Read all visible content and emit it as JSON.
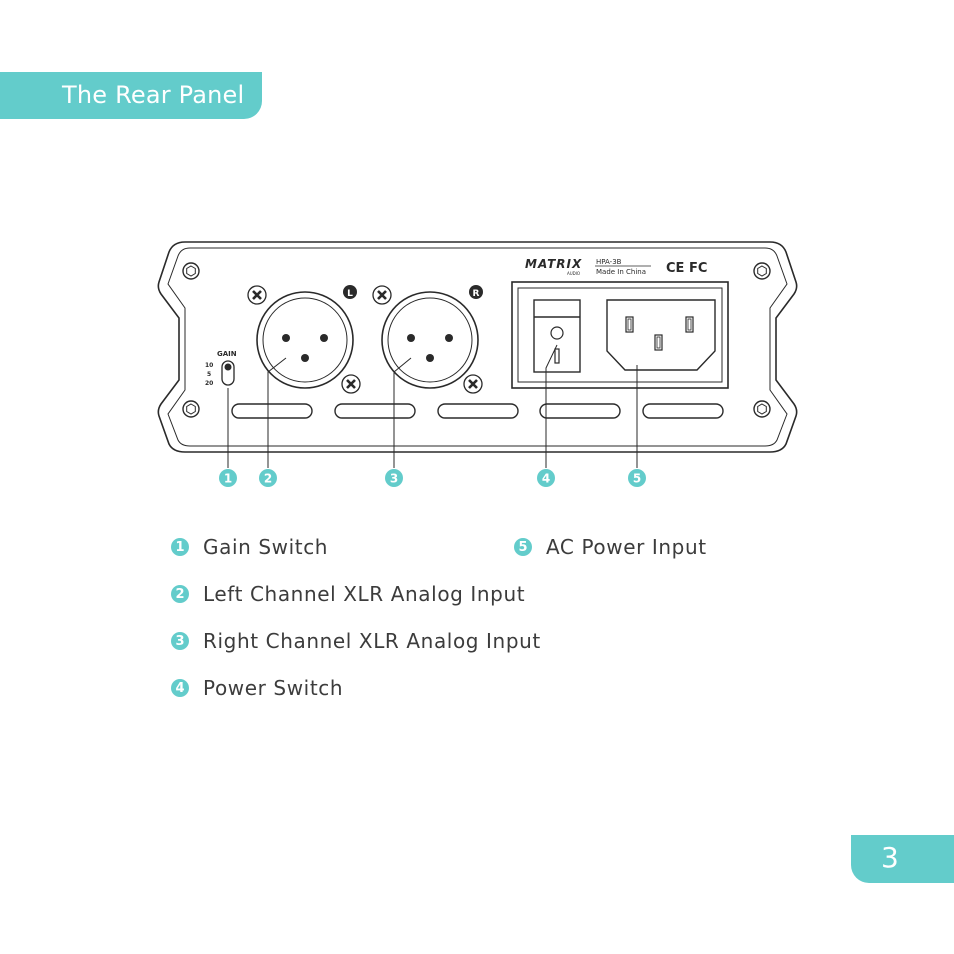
{
  "section_title": "The Rear Panel",
  "page_number": "3",
  "device": {
    "brand": "MATRIX",
    "brand_sub": "AUDIO",
    "model": "HPA-3B",
    "origin": "Made In China",
    "certifications": "CE FC",
    "gain_label": "GAIN",
    "gain_levels": [
      "10",
      "5",
      "20"
    ],
    "left_marker": "L",
    "right_marker": "R"
  },
  "callouts": [
    "1",
    "2",
    "3",
    "4",
    "5"
  ],
  "legend": [
    {
      "number": "1",
      "label": "Gain Switch"
    },
    {
      "number": "5",
      "label": "AC Power Input"
    },
    {
      "number": "2",
      "label": "Left Channel XLR Analog Input"
    },
    {
      "number": "3",
      "label": "Right Channel XLR Analog Input"
    },
    {
      "number": "4",
      "label": "Power Switch"
    }
  ],
  "colors": {
    "accent": "#63cccb",
    "line": "#2a2a2a"
  }
}
